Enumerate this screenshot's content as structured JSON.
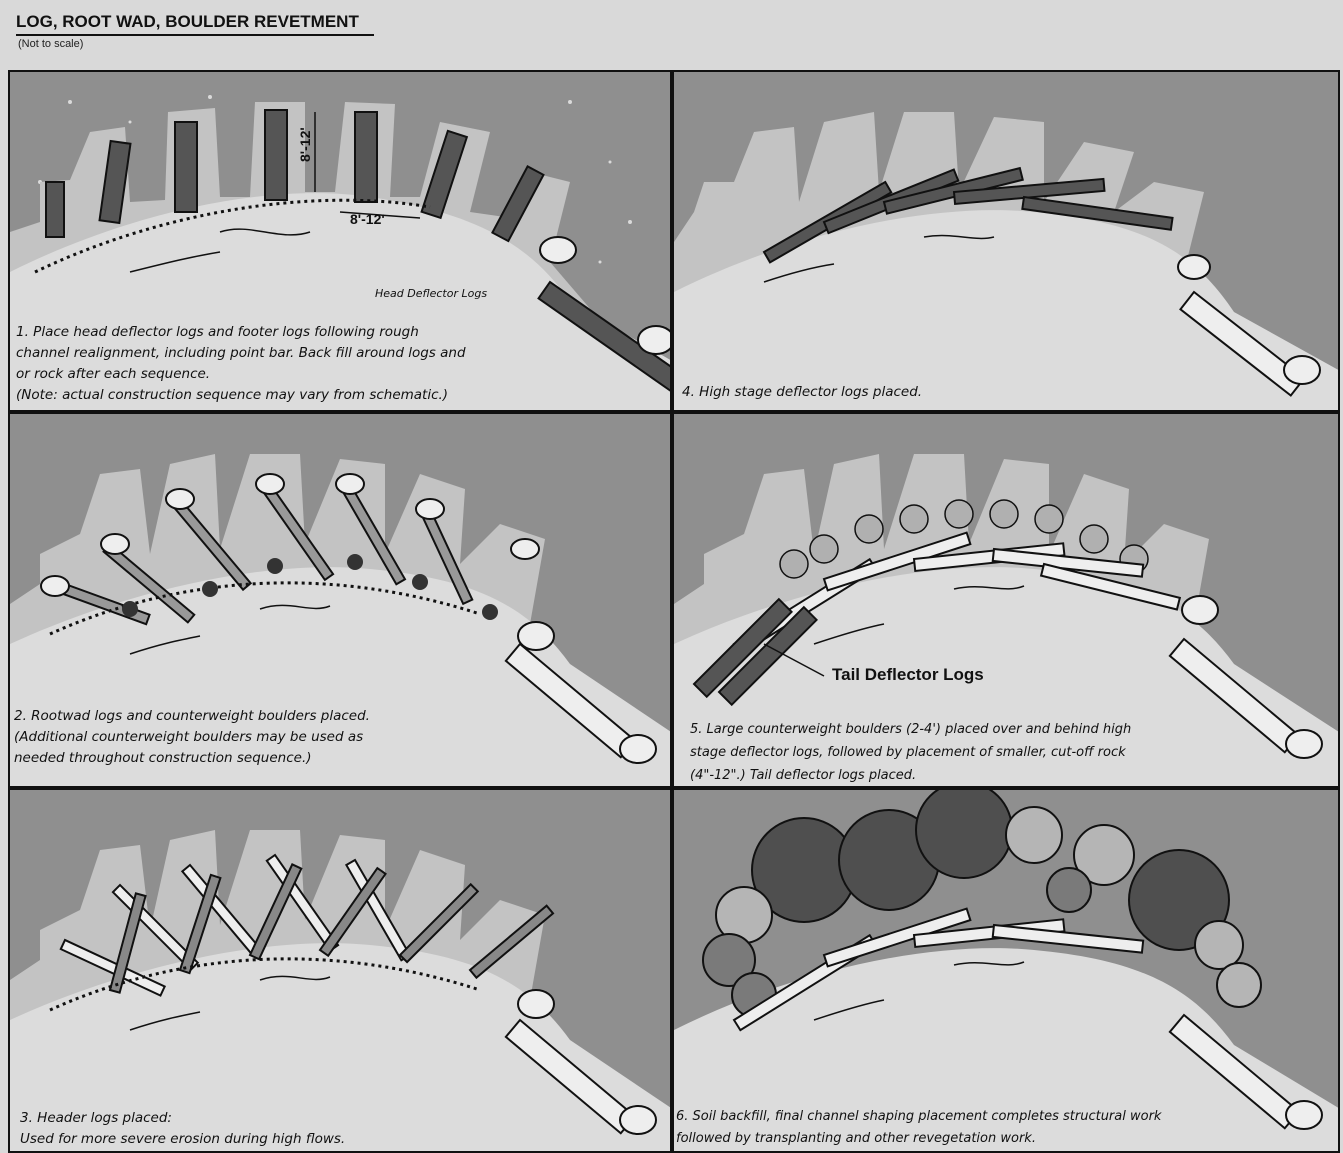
{
  "header": {
    "title": "LOG, ROOT WAD, BOULDER REVETMENT",
    "subtitle": "(Not to scale)"
  },
  "panels": [
    {
      "step": 1,
      "caption_lines": [
        "1. Place head deflector logs and footer logs following rough",
        "channel realignment, including point bar. Back fill around logs and",
        "or rock after each sequence.",
        "(Note: actual construction sequence may vary from schematic.)"
      ],
      "labels": {
        "head_deflector": "Head Deflector Logs",
        "dim_vertical": "8'-12'",
        "dim_horizontal": "8'-12'"
      }
    },
    {
      "step": 4,
      "caption_lines": [
        "4. High stage deflector logs placed."
      ]
    },
    {
      "step": 2,
      "caption_lines": [
        "2. Rootwad logs and counterweight boulders placed.",
        "(Additional counterweight boulders may be used as",
        "needed throughout construction sequence.)"
      ]
    },
    {
      "step": 5,
      "caption_lines": [
        "5. Large counterweight boulders (2-4') placed over and behind high",
        "stage deflector logs, followed by placement of smaller, cut-off rock",
        "(4\"-12\".) Tail deflector logs placed."
      ],
      "labels": {
        "tail_deflector": "Tail Deflector Logs"
      }
    },
    {
      "step": 3,
      "caption_lines": [
        "3. Header logs placed:",
        "Used for more severe erosion during high flows."
      ]
    },
    {
      "step": 6,
      "caption_lines": [
        "6. Soil backfill, final channel shaping placement completes structural work",
        "followed by transplanting and other revegetation work."
      ]
    }
  ],
  "colors": {
    "bank": "#8f8f8f",
    "water": "#dcdcdc",
    "log_dark": "#555555",
    "log_light": "#eeeeee",
    "tree_dark": "#4f4f4f",
    "tree_mid": "#7a7a7a",
    "tree_light": "#b5b5b5"
  }
}
